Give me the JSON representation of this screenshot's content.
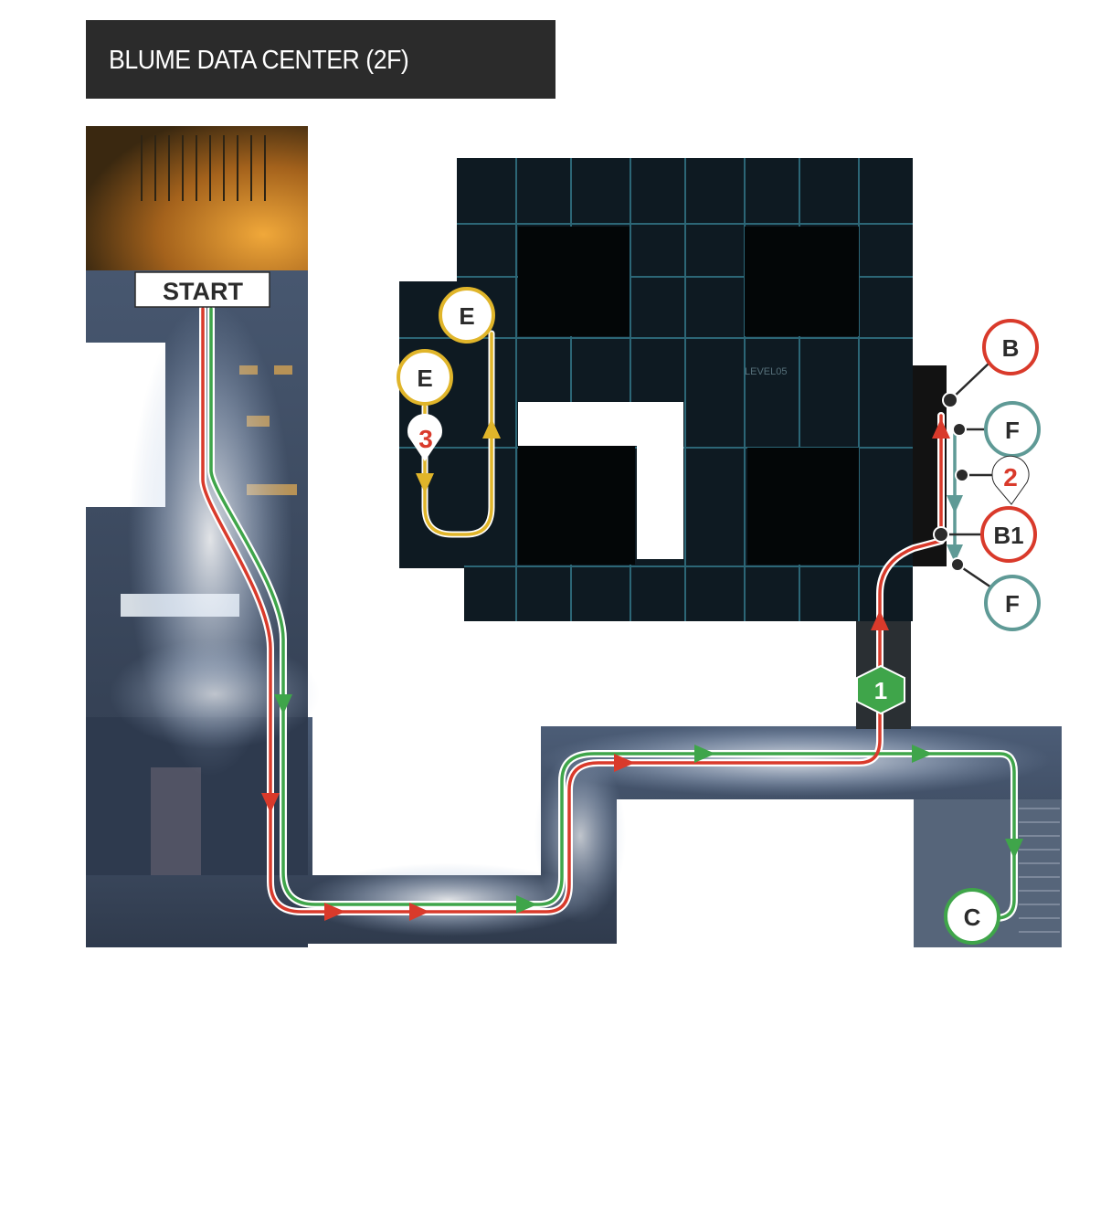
{
  "title": "BLUME DATA CENTER (2F)",
  "start_label": "START",
  "colors": {
    "red_route": "#d93a2b",
    "green_route": "#3fa54a",
    "yellow_route": "#e0b52a",
    "teal_route": "#5f9a96",
    "outer_room": "#3f4f66",
    "server_room": "#0c161d"
  },
  "markers": {
    "E_top": "E",
    "E_left": "E",
    "B": "B",
    "F_top": "F",
    "B1": "B1",
    "F_bottom": "F",
    "C": "C"
  },
  "steps": {
    "step_1": "1",
    "step_2": "2",
    "step_3": "3"
  },
  "floor_text": "LEVEL05"
}
